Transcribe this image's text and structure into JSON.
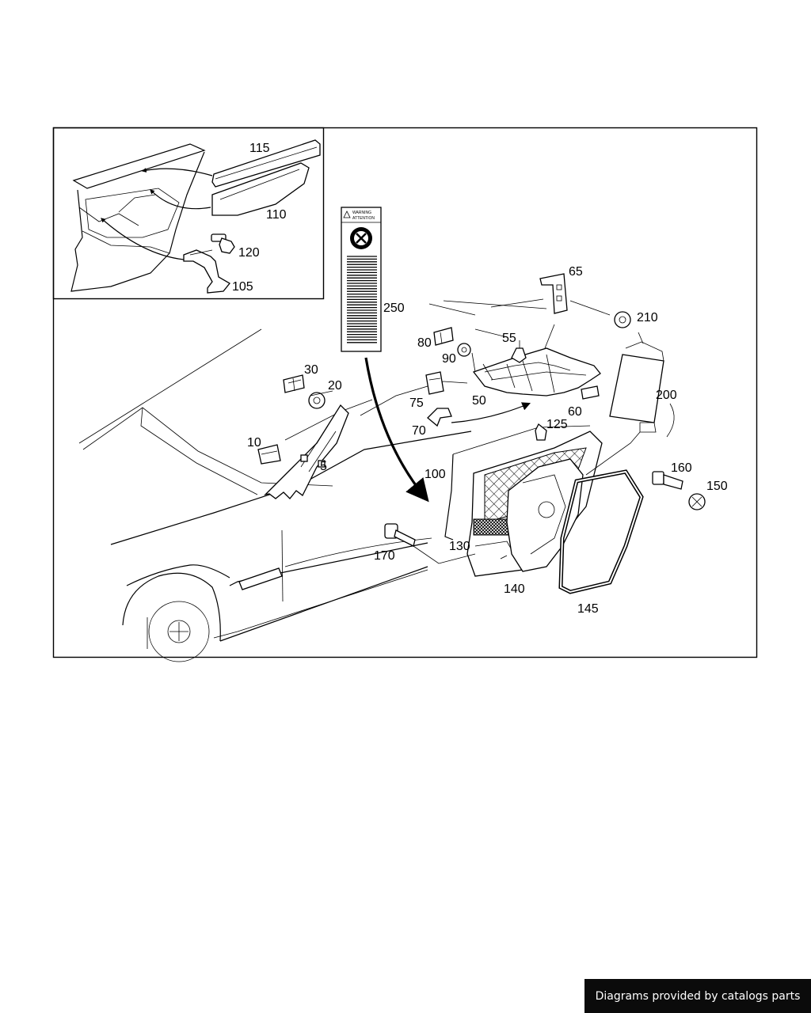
{
  "diagram": {
    "callouts": [
      "115",
      "110",
      "120",
      "105",
      "250",
      "65",
      "210",
      "55",
      "80",
      "90",
      "30",
      "20",
      "75",
      "50",
      "60",
      "200",
      "70",
      "125",
      "10",
      "5",
      "100",
      "160",
      "150",
      "170",
      "130",
      "140",
      "145"
    ],
    "label_header": [
      "WARNING",
      "ATTENTION"
    ]
  },
  "footer": {
    "text": "Diagrams provided by catalogs parts"
  },
  "colors": {
    "line": "#000000",
    "background": "#ffffff",
    "footer_bg": "#0b0b0b",
    "footer_text": "#ffffff"
  }
}
